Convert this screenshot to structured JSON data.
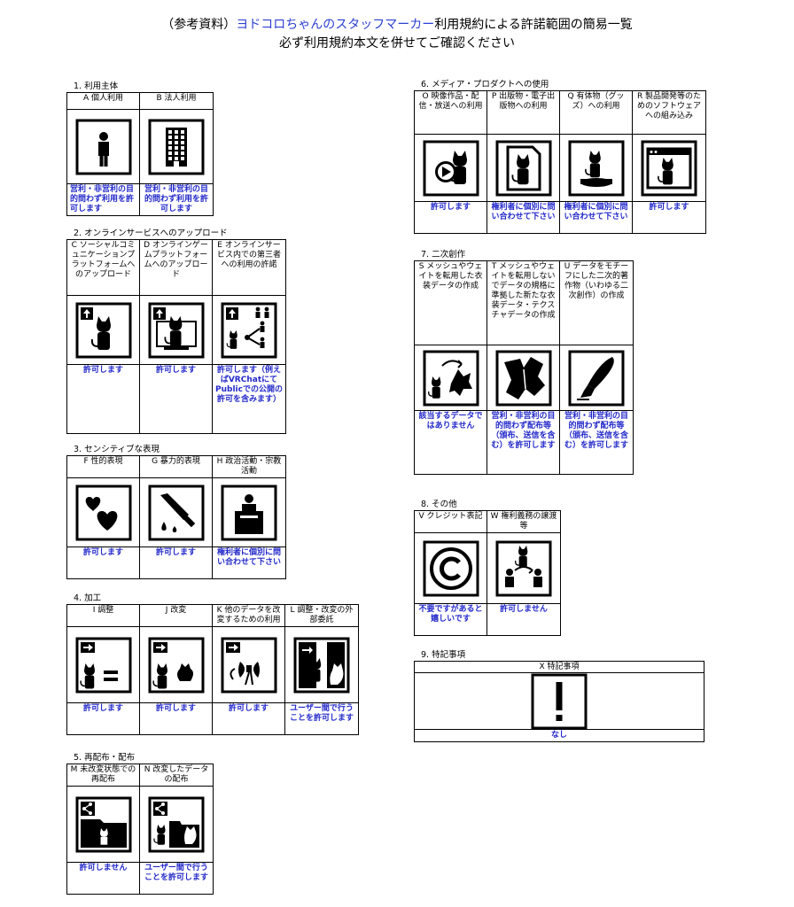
{
  "title": {
    "prefix": "（参考資料）",
    "name": "ヨドコロちゃんのスタッフマーカー",
    "suffix": "利用規約による許諾範囲の簡易一覧",
    "line2": "必ず利用規約本文を併せてご確認ください"
  },
  "sections": {
    "s1": {
      "label": "1. 利用主体",
      "cells": [
        {
          "head": "A 個人利用",
          "icon": "person-icon",
          "desc": "営利・非営利の目的問わず利用を許可します"
        },
        {
          "head": "B 法人利用",
          "icon": "building-icon",
          "desc": "営利・非営利の目的問わず利用を許可します"
        }
      ]
    },
    "s2": {
      "label": "2. オンラインサービスへのアップロード",
      "cells": [
        {
          "head": "C ソーシャルコミュニケーションプラットフォームへのアップロード",
          "icon": "upload-social-icon",
          "desc": "許可します"
        },
        {
          "head": "D オンラインゲームプラットフォームへのアップロード",
          "icon": "upload-game-icon",
          "desc": "許可します"
        },
        {
          "head": "E オンラインサービス内での第三者への利用の許諾",
          "icon": "upload-share-icon",
          "desc": "許可します（例えばVRChatにてPublicでの公開の許可を含みます）"
        }
      ]
    },
    "s3": {
      "label": "3. センシティブな表現",
      "cells": [
        {
          "head": "F 性的表現",
          "icon": "hearts-icon",
          "desc": "許可します"
        },
        {
          "head": "G 暴力的表現",
          "icon": "knife-icon",
          "desc": "許可します"
        },
        {
          "head": "H 政治活動・宗教活動",
          "icon": "podium-icon",
          "desc": "権利者に個別に問い合わせて下さい"
        }
      ]
    },
    "s4": {
      "label": "4. 加工",
      "cells": [
        {
          "head": "I 調整",
          "icon": "adjust-icon",
          "desc": "許可します"
        },
        {
          "head": "J 改変",
          "icon": "modify-icon",
          "desc": "許可します"
        },
        {
          "head": "K 他のデータを改変するための利用",
          "icon": "bow-icon",
          "desc": "許可します"
        },
        {
          "head": "L 調整・改変の外部委託",
          "icon": "outsource-icon",
          "desc": "ユーザー間で行うことを許可します"
        }
      ]
    },
    "s5": {
      "label": "5. 再配布・配布",
      "cells": [
        {
          "head": "M 未改変状態での再配布",
          "icon": "share-folder-icon",
          "desc": "許可しません"
        },
        {
          "head": "N 改変したデータの配布",
          "icon": "share-modified-icon",
          "desc": "ユーザー間で行うことを許可します"
        }
      ]
    },
    "s6": {
      "label": "6. メディア・プロダクトへの使用",
      "cells": [
        {
          "head": "O 映像作品・配信・放送への利用",
          "icon": "video-icon",
          "desc": "許可します"
        },
        {
          "head": "P 出版物・電子出版物への利用",
          "icon": "publication-icon",
          "desc": "権利者に個別に問い合わせて下さい"
        },
        {
          "head": "Q 有体物（グッズ）への利用",
          "icon": "goods-icon",
          "desc": "権利者に個別に問い合わせて下さい"
        },
        {
          "head": "R 製品開発等のためのソフトウェアへの組み込み",
          "icon": "software-icon",
          "desc": "許可します"
        }
      ]
    },
    "s7": {
      "label": "7. 二次創作",
      "cells": [
        {
          "head": "S メッシュやウェイトを転用した衣装データの作成",
          "icon": "costume-icon",
          "desc": "該当するデータではありません"
        },
        {
          "head": "T メッシュやウェイトを転用しないでデータの規格に準拠した新たな衣装データ・テクスチャデータの作成",
          "icon": "cloth-icon",
          "desc": "営利・非営利の目的問わず配布等（頒布、送信を含む）を許可します"
        },
        {
          "head": "U データをモチーフにした二次的著作物（いわゆる二次創作）の作成",
          "icon": "pen-icon",
          "desc": "営利・非営利の目的問わず配布等（頒布、送信を含む）を許可します"
        }
      ]
    },
    "s8": {
      "label": "8. その他",
      "cells": [
        {
          "head": "V クレジット表記",
          "icon": "copyright-icon",
          "desc": "不要ですがあると嬉しいです"
        },
        {
          "head": "W 権利義務の譲渡等",
          "icon": "transfer-icon",
          "desc": "許可しません"
        }
      ]
    },
    "s9": {
      "label": "9. 特記事項",
      "cells": [
        {
          "head": "X 特記事項",
          "icon": "exclamation-icon",
          "desc": "なし"
        }
      ]
    }
  }
}
